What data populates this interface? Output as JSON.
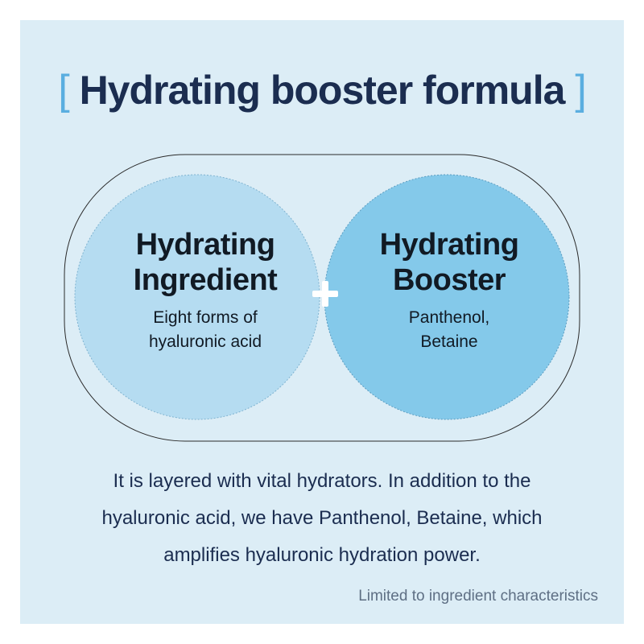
{
  "title": {
    "open_bracket": "[",
    "text": "Hydrating booster formula",
    "close_bracket": "]"
  },
  "left_circle": {
    "heading_line1": "Hydrating",
    "heading_line2": "Ingredient",
    "sub_line1": "Eight forms of",
    "sub_line2": "hyaluronic acid"
  },
  "right_circle": {
    "heading_line1": "Hydrating",
    "heading_line2": "Booster",
    "sub_line1": "Panthenol,",
    "sub_line2": "Betaine"
  },
  "description": {
    "line1": "It is layered with vital hydrators. In addition to the",
    "line2": "hyaluronic acid, we have Panthenol, Betaine, which",
    "line3": "amplifies hyaluronic hydration power."
  },
  "footnote": "Limited to ingredient characteristics",
  "colors": {
    "background": "#dcedf6",
    "title_text": "#1b2d50",
    "bracket": "#5aaee0",
    "left_circle": "#b5dcf1",
    "right_circle": "#84c9ea",
    "overlap": "#5db8e8"
  },
  "icons": {
    "plus": "plus-icon"
  }
}
